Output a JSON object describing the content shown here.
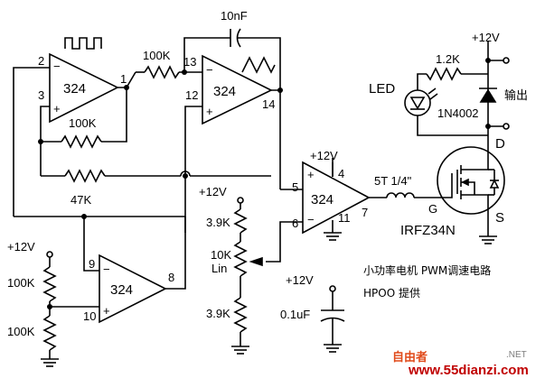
{
  "opamps": {
    "u1": {
      "name": "324",
      "pin_inv": "2",
      "pin_noninv": "3",
      "pin_out": "1"
    },
    "u2": {
      "name": "324",
      "pin_inv": "13",
      "pin_noninv": "12",
      "pin_out": "14"
    },
    "u3": {
      "name": "324",
      "pin_noninv": "5",
      "pin_inv": "6",
      "pin_out": "7",
      "pin_vcc": "4",
      "pin_gnd": "11"
    },
    "u4": {
      "name": "324",
      "pin_inv": "9",
      "pin_noninv": "10",
      "pin_out": "8"
    }
  },
  "components": {
    "r_in": "100K",
    "r_fb1": "100K",
    "r_fb2": "47K",
    "c_int": "10nF",
    "r_top": "3.9K",
    "r_bot": "3.9K",
    "pot_val": "10K",
    "pot_type": "Lin",
    "div_top": "100K",
    "div_bot": "100K",
    "c_dec": "0.1uF",
    "r_led": "1.2K",
    "led": "LED",
    "diode": "1N4002",
    "inductor": "5T 1/4\"",
    "mosfet": "IRFZ34N",
    "gate": "G",
    "drain": "D",
    "source": "S",
    "output": "输出"
  },
  "supply": {
    "vcc_a": "+12V",
    "vcc_b": "+12V",
    "vcc_c": "+12V",
    "vcc_d": "+12V",
    "vcc_e": "+12V"
  },
  "caption": {
    "title": "小功率电机 PWM调速电路",
    "author": "HPOO 提供"
  },
  "watermark": {
    "site": "www.55dianzi.com",
    "brand": "自由者",
    "suffix": ".NET"
  }
}
